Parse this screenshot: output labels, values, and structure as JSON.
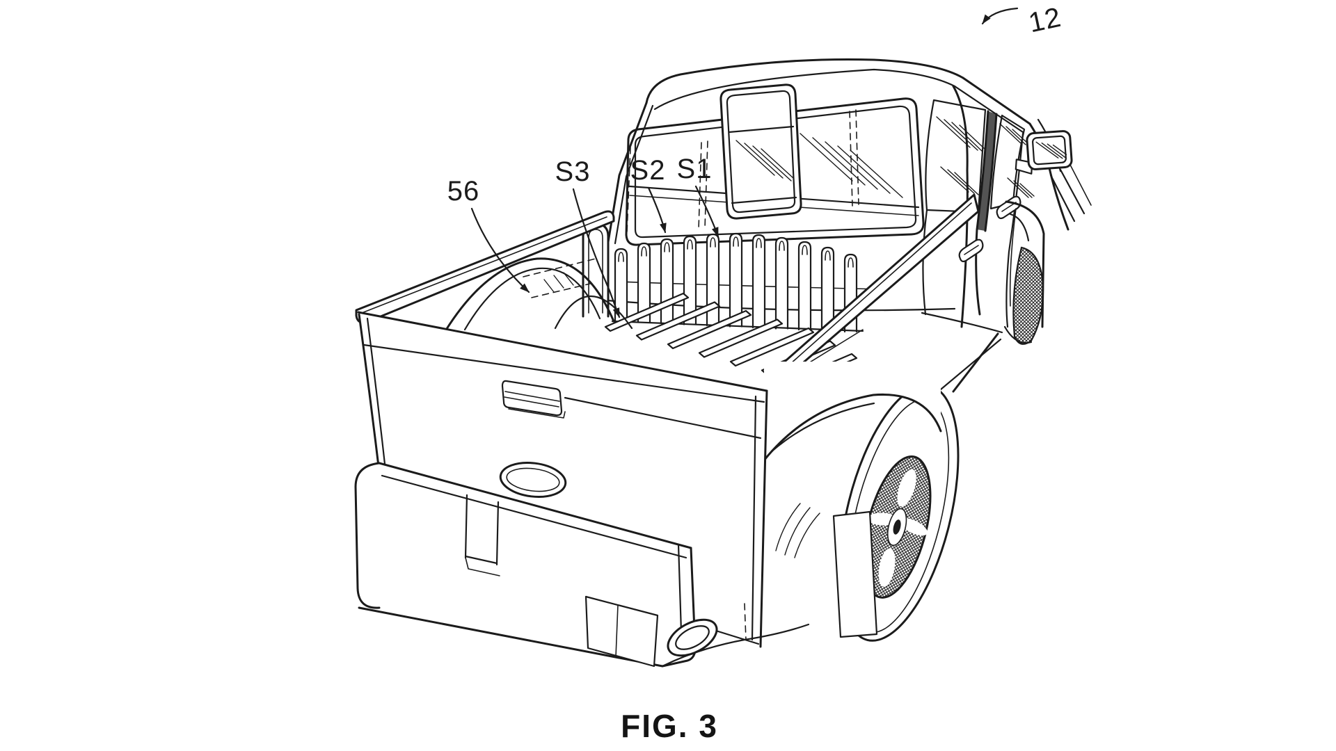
{
  "figure": {
    "caption": "FIG. 3",
    "labels": {
      "ref12": "12",
      "ref56": "56",
      "s3": "S3",
      "s2": "S2",
      "s1": "S1"
    }
  },
  "colors": {
    "ink": "#1b1b1b",
    "paper": "#ffffff"
  }
}
